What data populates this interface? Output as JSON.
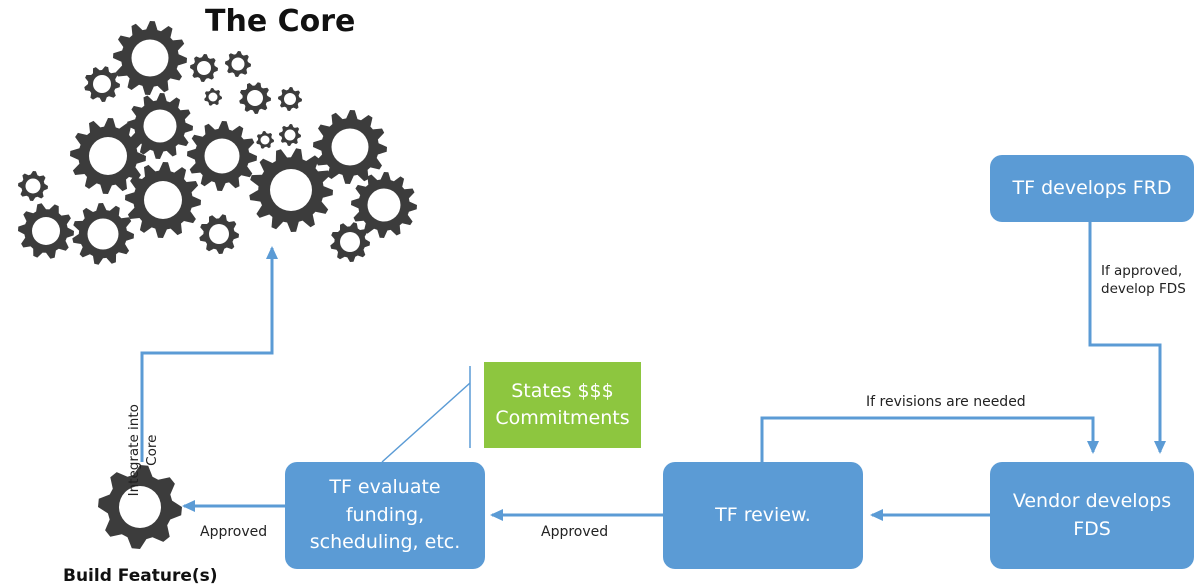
{
  "title": "The Core",
  "build_label": "Build Feature(s)",
  "boxes": {
    "frd": "TF develops FRD",
    "fds": "Vendor develops\nFDS",
    "review": "TF review.",
    "evaluate": "TF evaluate\nfunding,\nscheduling, etc."
  },
  "note": "States $$$\nCommitments",
  "labels": {
    "if_approved": "If approved,\ndevelop FDS",
    "revisions": "If revisions are needed",
    "approved_review": "Approved",
    "approved_build": "Approved",
    "integrate": "Integrate into\nCore"
  },
  "colors": {
    "box": "#5b9bd5",
    "note": "#8dc63f",
    "gear": "#3c3c3c",
    "arrow": "#5b9bd5"
  }
}
